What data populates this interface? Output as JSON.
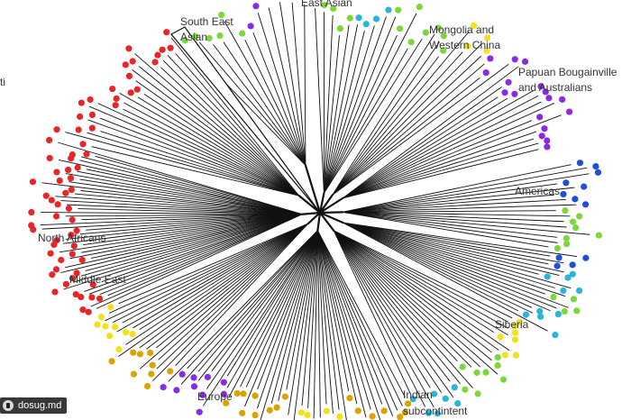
{
  "labels": {
    "south_east_asian": [
      "South East",
      "Asian"
    ],
    "east_asian": "East Asian",
    "mongolia": [
      "Mongolia and",
      "Western China"
    ],
    "papuan": [
      "Papuan Bougainville",
      "and Australians"
    ],
    "americas": "Americas",
    "siberia": "Siberia",
    "indian": [
      "Indian",
      "subcontintent"
    ],
    "europe": "Europe",
    "middle_east": "Middle East",
    "north_africans": "North Africans",
    "left_cut": "ti"
  },
  "colors": {
    "red": "#e8262a",
    "green": "#7dd63a",
    "cyan": "#2ab5d8",
    "purple": "#8a2be2",
    "yellow": "#f2e11a",
    "blue": "#1f4fd8",
    "gold": "#d9a400",
    "branch": "#111111"
  },
  "watermark": "dosug.md"
}
